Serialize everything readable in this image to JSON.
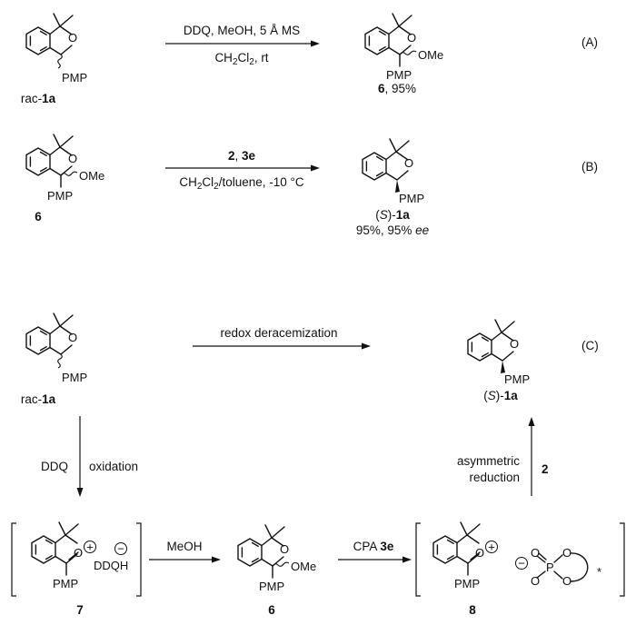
{
  "scheme": {
    "row_a": {
      "label": "(A)",
      "reagents_top": "DDQ, MeOH, 5 Å MS",
      "conditions_bottom": {
        "pre": "CH",
        "sub1": "2",
        "mid": "Cl",
        "sub2": "2",
        "post": ", rt"
      },
      "start": {
        "prefix": "rac-",
        "id": "1a",
        "sub": "PMP"
      },
      "product": {
        "id": "6",
        "yield": ", 95%",
        "sub": "PMP",
        "ome": "OMe"
      }
    },
    "row_b": {
      "label": "(B)",
      "reagents_top": {
        "r1": "2",
        "sep": ", ",
        "r2": "3e"
      },
      "conditions_bottom": {
        "pre": "CH",
        "sub1": "2",
        "mid": "Cl",
        "sub2": "2",
        "post": "/toluene, -10 °C"
      },
      "start": {
        "id": "6",
        "sub": "PMP",
        "ome": "OMe"
      },
      "product": {
        "open": "(",
        "config": "S",
        "close": ")-",
        "id": "1a",
        "yield_prefix": "95%, 95% ",
        "ee": "ee",
        "sub": "PMP"
      }
    },
    "row_c": {
      "label": "(C)",
      "top_arrow_label": "redox deracemization",
      "start": {
        "prefix": "rac-",
        "id": "1a",
        "sub": "PMP"
      },
      "product": {
        "open": "(",
        "config": "S",
        "close": ")-",
        "id": "1a",
        "sub": "PMP"
      },
      "down_arrow": {
        "left": "DDQ",
        "right": "oxidation"
      },
      "up_arrow": {
        "line1": "asymmetric",
        "line2": "reduction",
        "reagent": "2"
      },
      "intermediate_7": {
        "id": "7",
        "counterion": "DDQH",
        "sub": "PMP"
      },
      "arrow_7_to_6": "MeOH",
      "intermediate_6": {
        "id": "6",
        "sub": "PMP",
        "ome": "OMe"
      },
      "arrow_6_to_8": {
        "reagent": "CPA ",
        "bold": "3e"
      },
      "intermediate_8": {
        "id": "8",
        "sub": "PMP",
        "star": "*"
      }
    },
    "atoms": {
      "oxygen": "O",
      "phosphorus": "P",
      "plus": "+",
      "minus": "−"
    }
  }
}
